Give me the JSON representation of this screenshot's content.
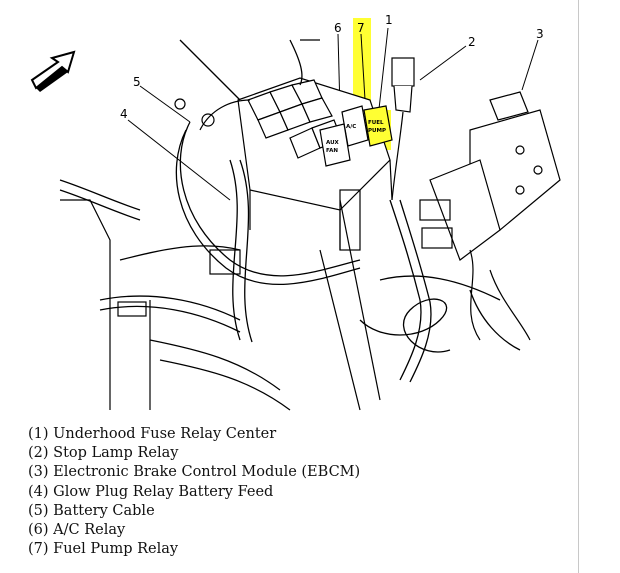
{
  "callouts": {
    "c1": "1",
    "c2": "2",
    "c3": "3",
    "c4": "4",
    "c5": "5",
    "c6": "6",
    "c7": "7"
  },
  "relay_labels": {
    "ac_line1": "A/C",
    "aux_line1": "AUX",
    "aux_line2": "FAN",
    "fuel_line1": "FUEL",
    "fuel_line2": "PUMP"
  },
  "legend": [
    "(1) Underhood Fuse Relay Center",
    "(2) Stop Lamp Relay",
    "(3) Electronic Brake Control Module (EBCM)",
    "(4) Glow Plug Relay Battery Feed",
    "(5) Battery Cable",
    "(6) A/C Relay",
    "(7) Fuel Pump Relay"
  ],
  "colors": {
    "highlight": "#ffff33",
    "ink": "#000000"
  },
  "icons": {
    "direction": "forward-arrow-icon"
  }
}
